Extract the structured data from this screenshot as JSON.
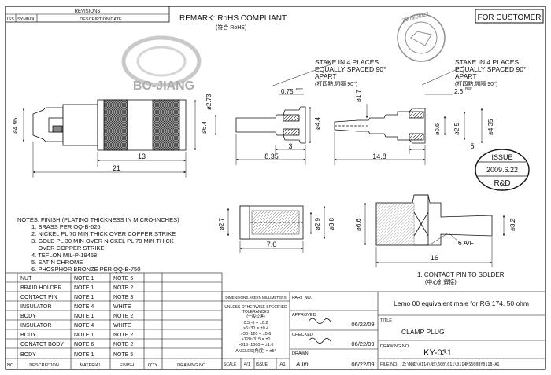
{
  "revisions": {
    "title": "REVISIONS",
    "col_iss": "ISS",
    "col_symbol": "SYMBOL",
    "col_desc": "DESCRIPTION\\DATE"
  },
  "remark": "REMARK: RoHS COMPLIANT",
  "remark_cn": "(符合 RoHS)",
  "for_customer": "FOR CUSTOMER",
  "logo_text": "BO-JIANG",
  "stamp_top": {
    "text": "BO-JIANG 2009/06/22",
    "date": "2009/06/22"
  },
  "dims": {
    "d495": "ø4.95",
    "d273": "ø2.73",
    "d64": "ø6.4",
    "d13": "13",
    "d21": "21",
    "d075": "0.75",
    "ref": "REF",
    "d17": "ø1.7",
    "d44": "ø4.4",
    "d3": "3",
    "d835": "8.35",
    "d148": "14.8",
    "d26": "2.6",
    "d06": "ø0.6",
    "d25": "ø2.5",
    "d435": "ø4.35",
    "d5": "5",
    "d27": "ø2.7",
    "d29": "ø2.9",
    "d38": "ø3.8",
    "d76": "7.6",
    "d66": "ø6.6",
    "d32": "ø3.2",
    "d6af": "6 A/F",
    "d16": "16"
  },
  "stake_note": {
    "line1": "STAKE IN 4 PLACES",
    "line2": "EQUALLY SPACED 90°",
    "line3": "APART",
    "line4": "(打四點,間隔 90°)"
  },
  "issue_stamp": {
    "title": "ISSUE",
    "date": "2009.6.22",
    "dept": "R&D"
  },
  "notes": {
    "title": "NOTES: FINISH (PLATING THICKNESS IN MICRO-INCHES)",
    "items": [
      "1. BRASS PER QQ-B-626",
      "2. NICKEL PL 70 MIN THICK OVER COPPER STRIKE",
      "3. GOLD PL 30 MIN OVER NICKEL PL 70 MIN THICK",
      "    OVER COPPER STRIKE",
      "4. TEFLON MIL-P-19468",
      "5. SATIN CHROME",
      "6. PHOSPHOR BRONZE PER QQ-B-750"
    ]
  },
  "contact_note": {
    "line1": "1. CONTACT PIN TO SOLDER",
    "line2": "(中心針銲接)"
  },
  "bom": {
    "headers": [
      "NO.",
      "DESCRIPTION",
      "MATERIAL",
      "FINISH",
      "Q'TY",
      "DRAWING NO."
    ],
    "rows": [
      [
        "NUT",
        "NOTE 1",
        "NOTE 5"
      ],
      [
        "BRAID HOLDER",
        "NOTE 1",
        "NOTE 2"
      ],
      [
        "CONTACT PIN",
        "NOTE 1",
        "NOTE 3"
      ],
      [
        "INSULATOR",
        "NOTE 4",
        "WHITE"
      ],
      [
        "BODY",
        "NOTE 1",
        "NOTE 2"
      ],
      [
        "INSULATOR",
        "NOTE 4",
        "WHITE"
      ],
      [
        "BODY",
        "NOTE 1",
        "NOTE 2"
      ],
      [
        "CONATCT BODY",
        "NOTE 6",
        "NOTE 2"
      ],
      [
        "BODY",
        "NOTE 1",
        "NOTE 5"
      ]
    ]
  },
  "title_block": {
    "dims_mm": "DIMENSIONS ARE IN MILLIMETERS",
    "part_no": "PART NO.",
    "description": "Lemo 00 equivalent male for RG 174. 50 ohm",
    "tol_head1": "UNLESS OTHERWISE SPECIFIED",
    "tol_head2": "TOLERANCES",
    "tol_head3": "(一般公差)",
    "tolerances": [
      "0.5~6 = ±0.2",
      ">6~30 = ±0.4",
      ">30~120 = ±0.6",
      ">120~315 = ±1",
      ">315~1000 = ±1.6",
      "ANGLES(角度) = ±5°"
    ],
    "approved": "APPROVED",
    "checked": "CHECKED",
    "drawn": "DRAWN",
    "date1": "06/22/09'",
    "date2": "06/22/09'",
    "date3": "06/22/09'",
    "title_label": "TITLE",
    "title": "CLAMP PLUG",
    "drawing_no_label": "DRAWING NO.",
    "drawing_no": "KY-031",
    "scale_label": "SCALE",
    "scale": "4/1",
    "issue_label": "ISSUE",
    "issue": "A1",
    "file_label": "FILE NO.",
    "file_no": "Z:\\NND\\0114\\NS\\500\\011\\0114NS500BY011B-A1",
    "sign": "A.lin"
  }
}
